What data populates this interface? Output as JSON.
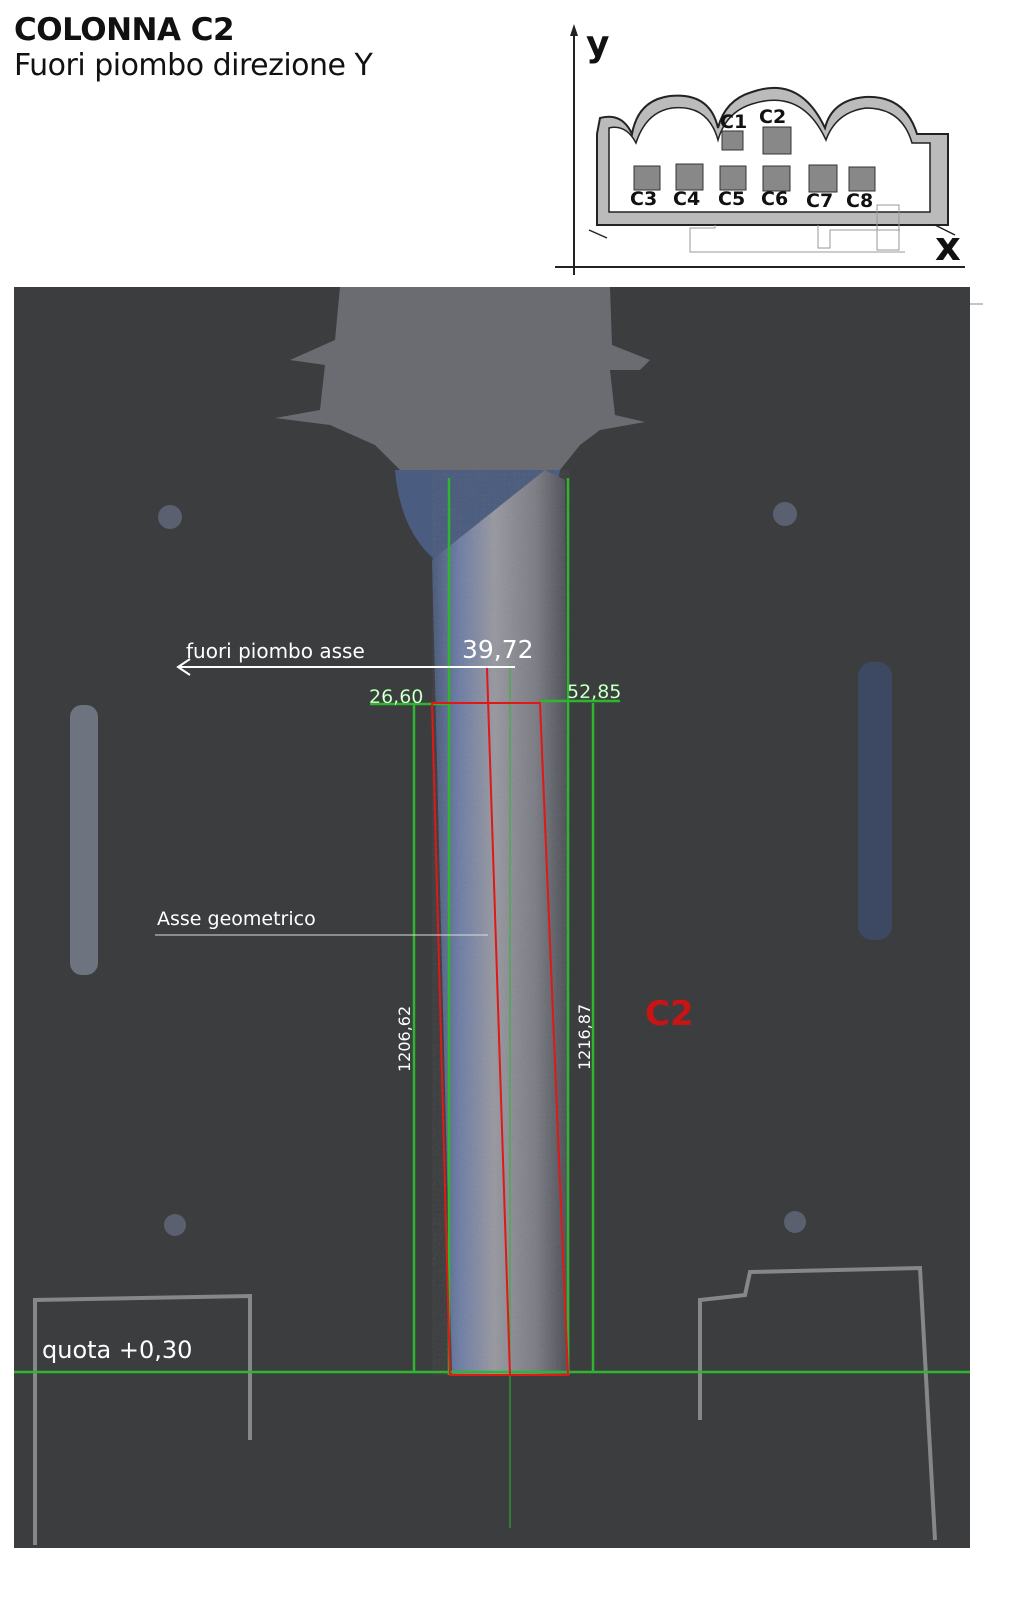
{
  "header": {
    "title": "COLONNA C2",
    "subtitle": "Fuori piombo direzione Y"
  },
  "key_plan": {
    "axis_y": "y",
    "axis_x": "x",
    "columns": [
      "C1",
      "C2",
      "C3",
      "C4",
      "C5",
      "C6",
      "C7",
      "C8"
    ]
  },
  "drawing": {
    "label_out_of_plumb": "fuori piombo asse",
    "out_of_plumb_value": "39,72",
    "dim_left_top": "26,60",
    "dim_right_top": "52,85",
    "label_geometric_axis": "Asse geometrico",
    "height_left": "1206,62",
    "height_right": "1216,87",
    "column_label": "C2",
    "level_label": "quota +0,30"
  },
  "colors": {
    "background": "#3b3d3f",
    "dimension_green": "#2fb52f",
    "outline_red": "#e01818",
    "label_red": "#c81414"
  }
}
